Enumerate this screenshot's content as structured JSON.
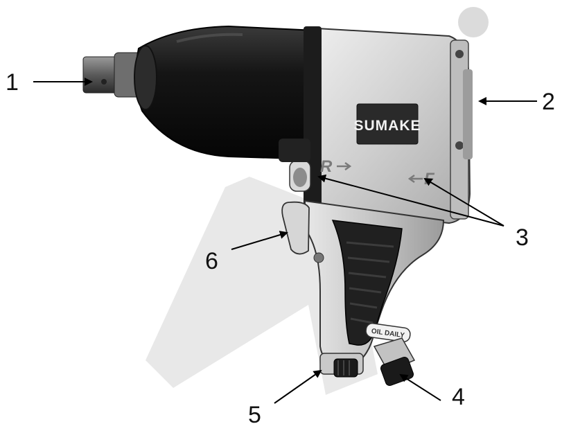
{
  "figure": {
    "brand_label": "SUMAKE",
    "direction_reverse_label": "R",
    "direction_forward_label": "F",
    "oil_label": "OIL DAILY"
  },
  "callouts": [
    {
      "id": "1",
      "label": "1"
    },
    {
      "id": "2",
      "label": "2"
    },
    {
      "id": "3",
      "label": "3"
    },
    {
      "id": "4",
      "label": "4"
    },
    {
      "id": "5",
      "label": "5"
    },
    {
      "id": "6",
      "label": "6"
    }
  ],
  "colors": {
    "watermark": "#dcdcdc",
    "watermark_dot": "#d7d7d7",
    "hammer_case": "#111111",
    "housing": "#d4d4d4",
    "arrow": "#000000"
  }
}
